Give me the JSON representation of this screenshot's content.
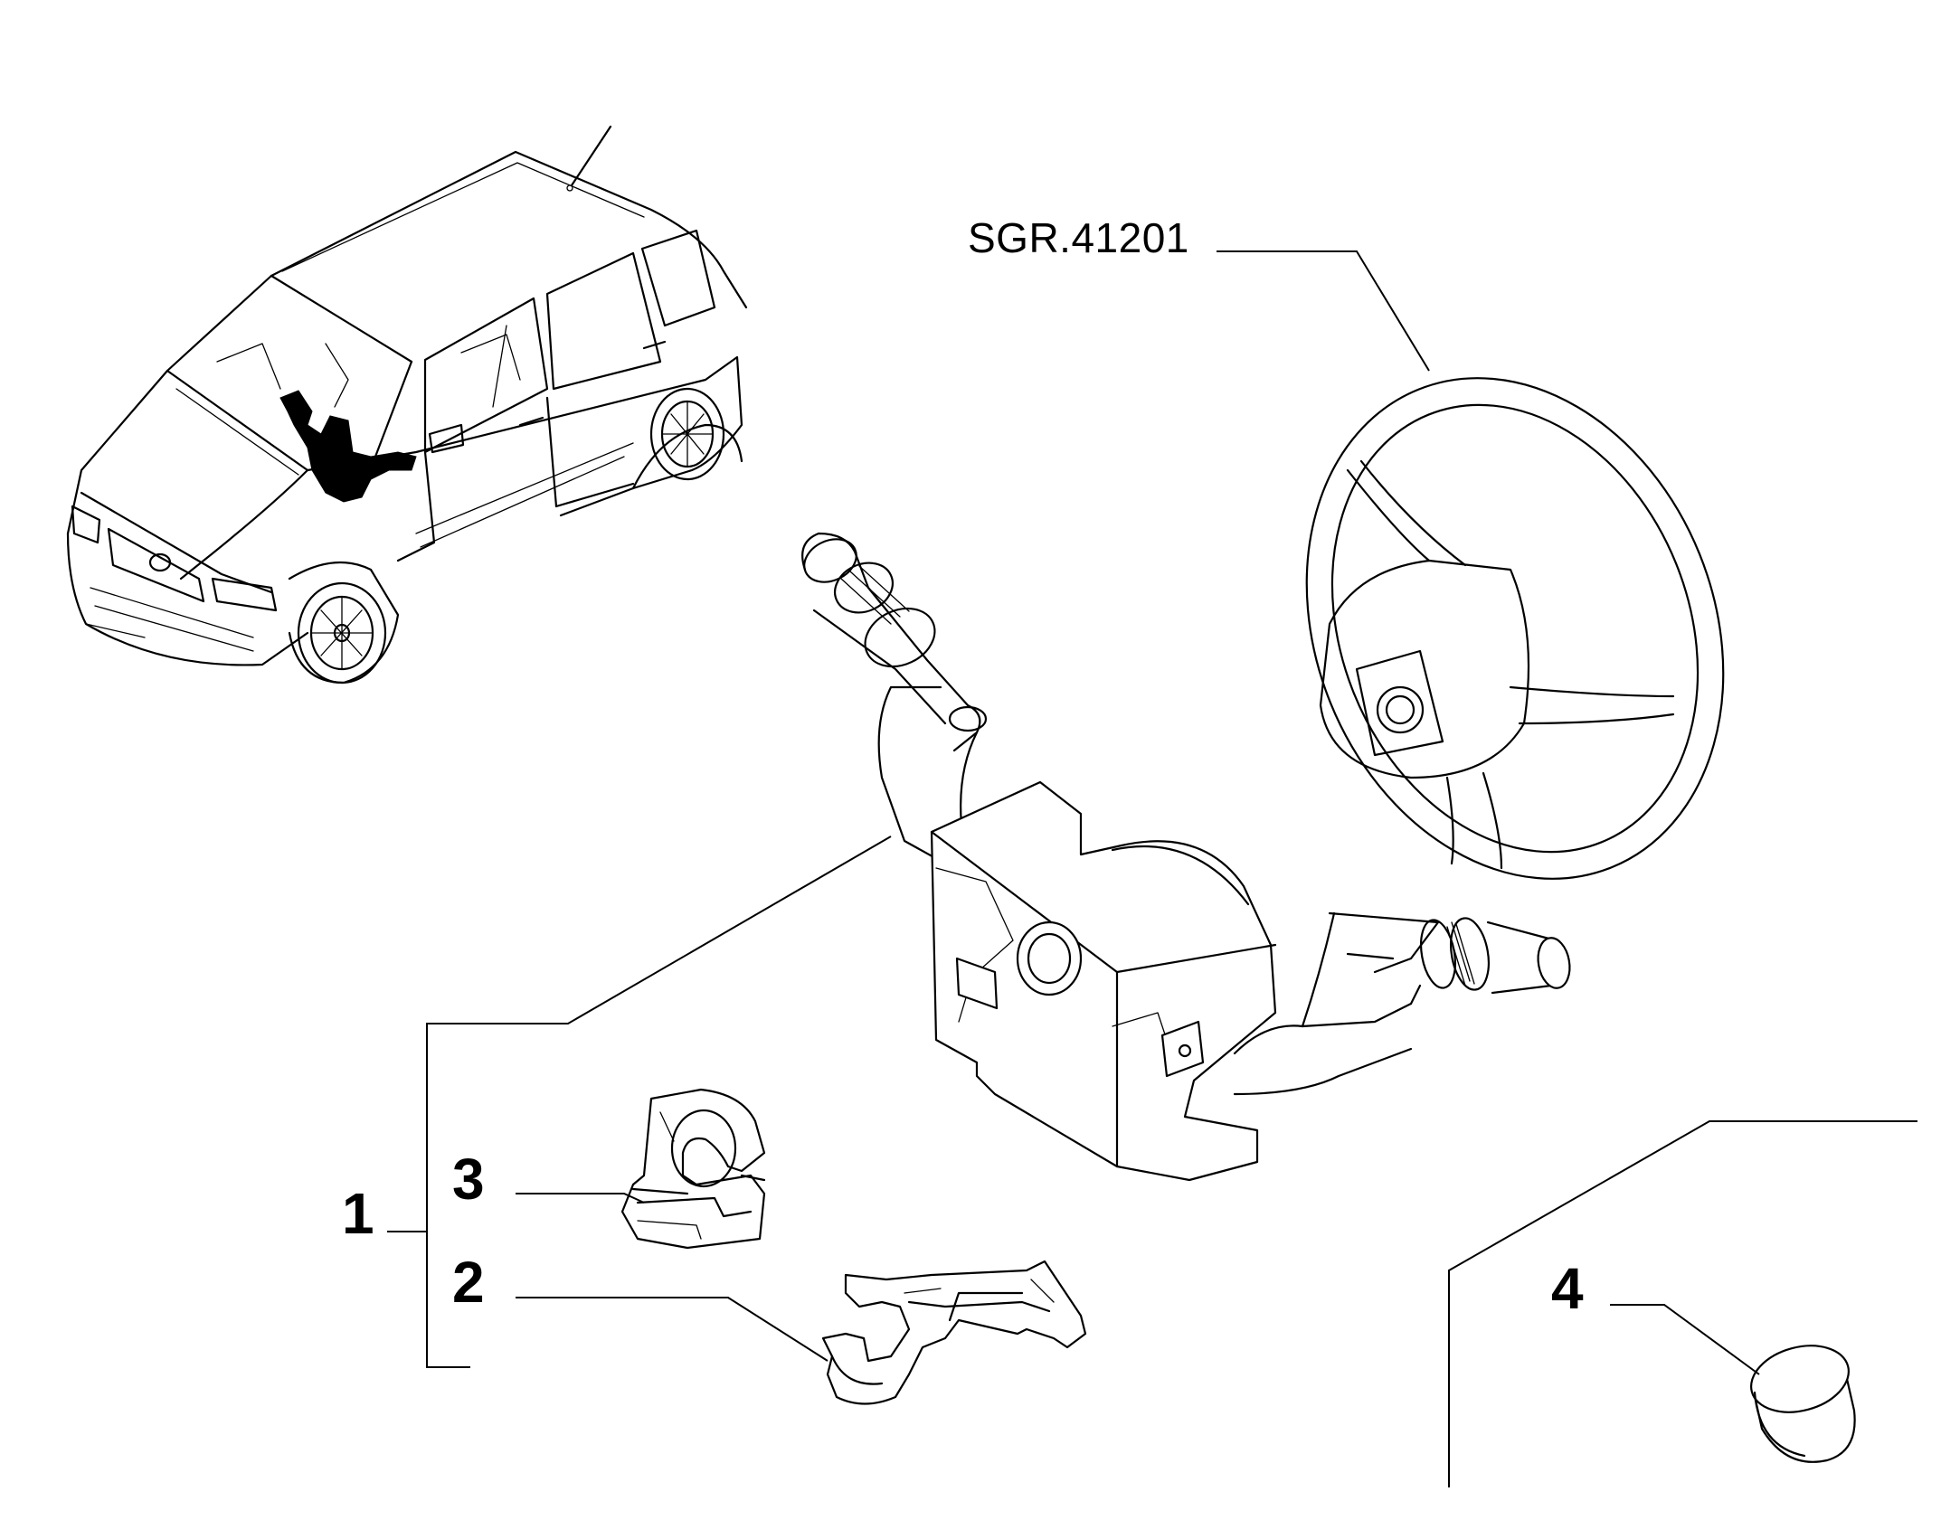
{
  "diagram": {
    "reference_label": "SGR.41201",
    "callouts": [
      {
        "id": "1",
        "text": "1"
      },
      {
        "id": "2",
        "text": "2"
      },
      {
        "id": "3",
        "text": "3"
      },
      {
        "id": "4",
        "text": "4"
      }
    ],
    "colors": {
      "line": "#000000",
      "background": "#ffffff"
    }
  }
}
